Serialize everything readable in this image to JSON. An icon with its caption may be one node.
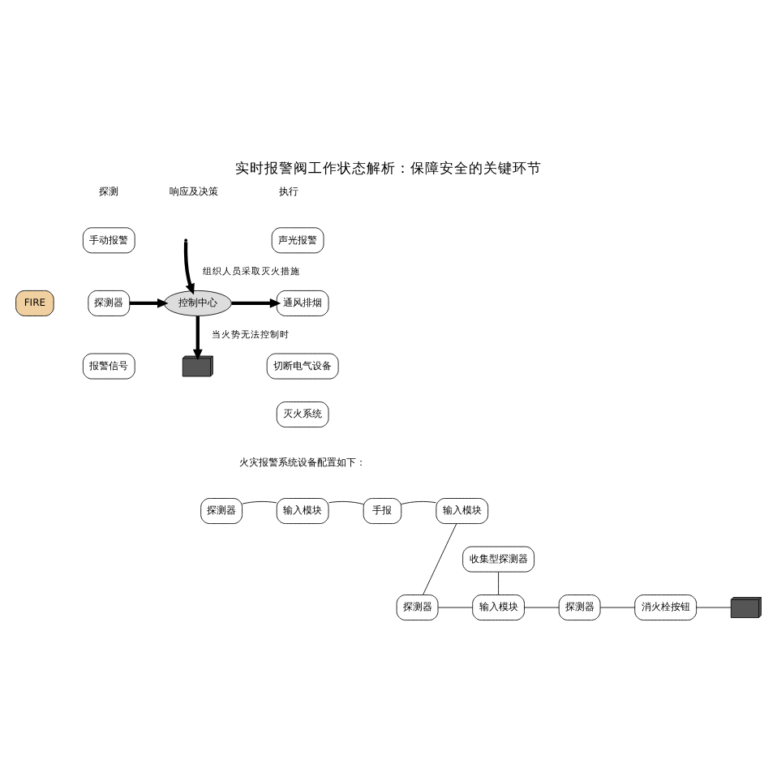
{
  "diagram": {
    "title": "实时报警阀工作状态解析：保障安全的关键环节",
    "nodes": [
      {
        "text": [
          "FIRE"
        ]
      },
      {
        "text": [
          "手动报警"
        ]
      },
      {
        "text": [
          "探测器"
        ]
      },
      {
        "text": [
          "报警信号"
        ]
      },
      {
        "text": [
          "控制中心"
        ]
      },
      {
        "text": [],
        "shape": "picture"
      },
      {
        "text": [
          "声光报警"
        ]
      },
      {
        "text": [
          "通风排烟"
        ]
      },
      {
        "text": [
          "切断电气设备"
        ]
      },
      {
        "text": [
          "灭火系统"
        ]
      },
      {
        "text": [
          "探测器"
        ]
      },
      {
        "text": [
          "输入模块"
        ]
      },
      {
        "text": [
          "手报"
        ]
      },
      {
        "text": [
          "输入模块"
        ]
      },
      {
        "text": [
          "收集型探测器"
        ]
      },
      {
        "text": [
          "探测器"
        ]
      },
      {
        "text": [
          "输入模块"
        ]
      },
      {
        "text": [
          "探测器"
        ]
      },
      {
        "text": [
          "消火栓按钮"
        ]
      },
      {
        "text": [],
        "shape": "picture"
      }
    ],
    "edges": [
      {
        "from": 2,
        "to": 4,
        "arrow": "to",
        "style": "thick"
      },
      {
        "from": null,
        "to": 4,
        "arrow": "to",
        "label": "组织人员采取灭火措施",
        "style": "thick"
      },
      {
        "from": 4,
        "to": 5,
        "arrow": "to",
        "label": "当火势无法控制时",
        "style": "thick"
      },
      {
        "from": 4,
        "to": 7,
        "arrow": "to",
        "style": "thick"
      },
      {
        "from": 10,
        "to": 11,
        "arrow": "none"
      },
      {
        "from": 11,
        "to": 12,
        "arrow": "none"
      },
      {
        "from": 12,
        "to": 13,
        "arrow": "none"
      },
      {
        "from": 13,
        "to": 15,
        "arrow": "none"
      },
      {
        "from": 15,
        "to": 16,
        "arrow": "none"
      },
      {
        "from": 16,
        "to": 14,
        "arrow": "none"
      },
      {
        "from": 16,
        "to": 17,
        "arrow": "none"
      },
      {
        "from": 17,
        "to": 18,
        "arrow": "none"
      },
      {
        "from": 18,
        "to": 19,
        "arrow": "none"
      }
    ],
    "labels": [
      "探测",
      "响应及决策",
      "执行",
      "火灾报警系统设备配置如下："
    ]
  }
}
